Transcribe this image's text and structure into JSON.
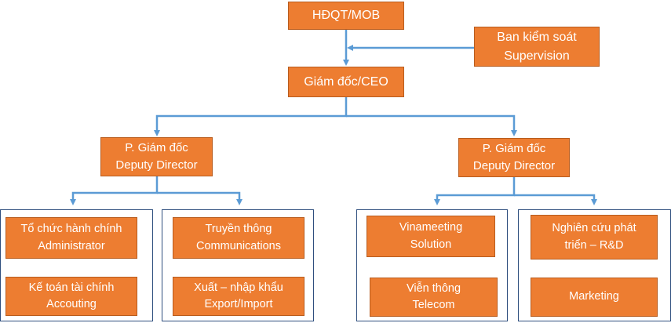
{
  "colors": {
    "box_fill": "#ED7D31",
    "box_text": "#FFFFFF",
    "connector": "#5B9BD5",
    "group_border": "#2E4E7E"
  },
  "nodes": {
    "board": {
      "line1": "HĐQT/MOB"
    },
    "supervision": {
      "line1": "Ban kiểm soát",
      "line2": "Supervision"
    },
    "ceo": {
      "line1": "Giám đốc/CEO"
    },
    "deputy_left": {
      "line1": "P. Giám đốc",
      "line2": "Deputy Director"
    },
    "deputy_right": {
      "line1": "P. Giám đốc",
      "line2": "Deputy Director"
    },
    "admin": {
      "line1": "Tổ chức hành chính",
      "line2": "Administrator"
    },
    "accounting": {
      "line1": "Kế toán tài chính",
      "line2": "Accouting"
    },
    "communications": {
      "line1": "Truyền thông",
      "line2": "Communications"
    },
    "export_import": {
      "line1": "Xuất – nhập khẩu",
      "line2": "Export/Import"
    },
    "vinameeting": {
      "line1": "Vinameeting",
      "line2": "Solution"
    },
    "telecom": {
      "line1": "Viễn thông",
      "line2": "Telecom"
    },
    "rnd": {
      "line1": "Nghiên cứu phát",
      "line2": "triển – R&D"
    },
    "marketing": {
      "line1": "Marketing"
    }
  }
}
